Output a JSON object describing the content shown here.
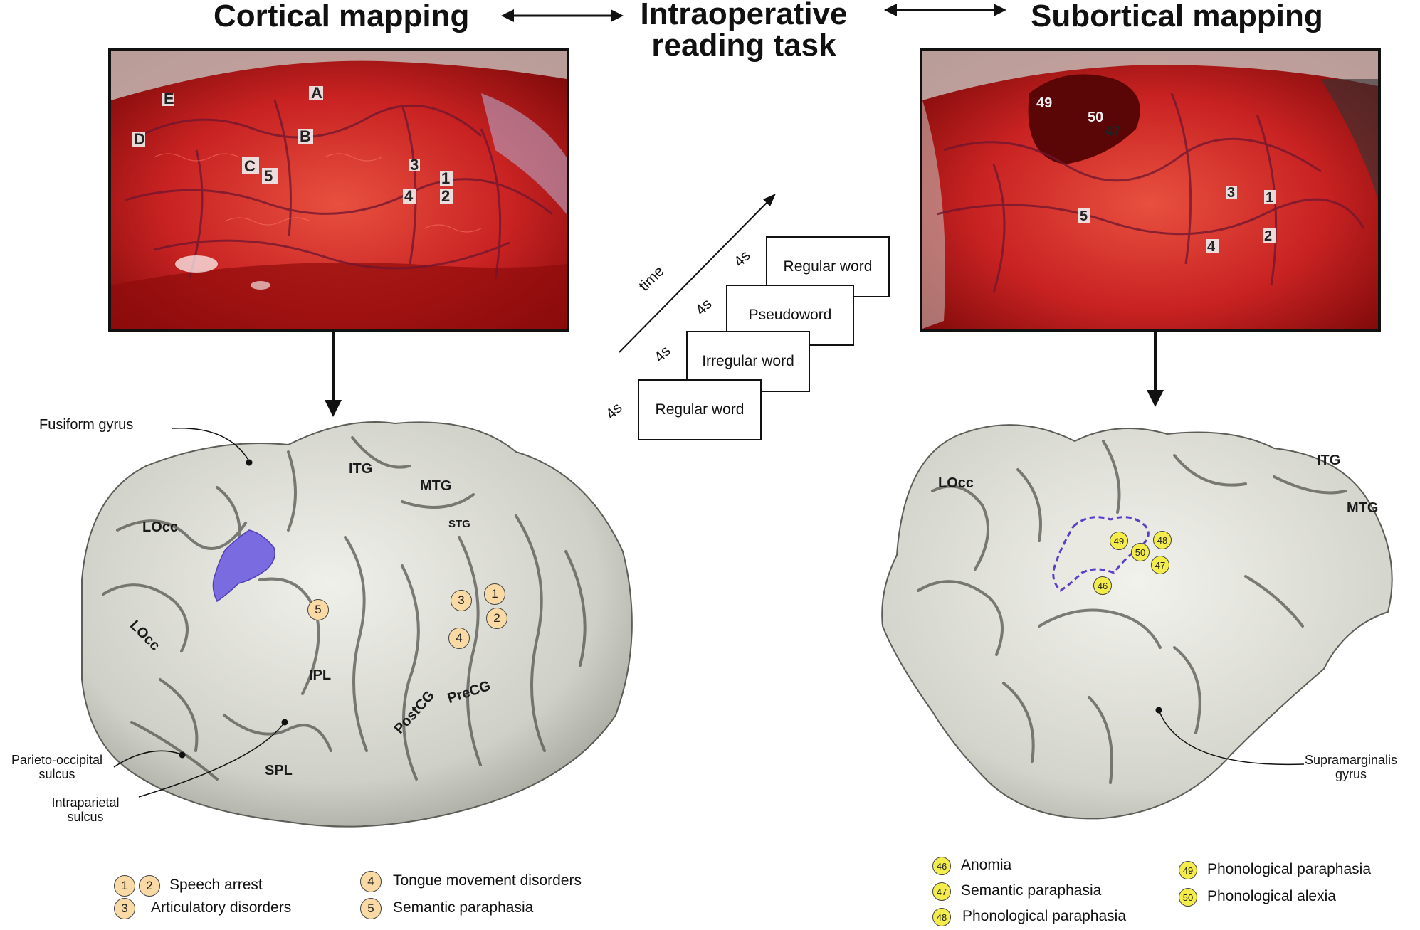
{
  "titles": {
    "cortical": "Cortical mapping",
    "intraop_line1": "Intraoperative",
    "intraop_line2": "reading task",
    "subcortical": "Subortical mapping"
  },
  "photo_left_tags": [
    "A",
    "B",
    "C",
    "D",
    "E",
    "5",
    "3",
    "1",
    "4",
    "2"
  ],
  "photo_right_tags": [
    "49",
    "50",
    "47",
    "5",
    "3",
    "1",
    "4",
    "2"
  ],
  "task": {
    "time_label": "time",
    "cards": [
      {
        "duration": "4s",
        "word": "Regular word"
      },
      {
        "duration": "4s",
        "word": "Irregular word"
      },
      {
        "duration": "4s",
        "word": "Pseudoword"
      },
      {
        "duration": "4s",
        "word": "Regular word"
      }
    ]
  },
  "left_brain": {
    "regions": [
      "LOcc",
      "ITG",
      "MTG",
      "STG",
      "LOcc",
      "IPL",
      "PostCG",
      "PreCG",
      "SPL"
    ],
    "annotations": {
      "fusiform": "Fusiform gyrus",
      "parieto_1": "Parieto-occipital",
      "parieto_2": "sulcus",
      "intrap_1": "Intraparietal",
      "intrap_2": "sulcus"
    },
    "sites": [
      "5",
      "3",
      "1",
      "2",
      "4"
    ],
    "highlight_color": "#7b6be0"
  },
  "right_brain": {
    "regions": [
      "LOcc",
      "ITG",
      "MTG"
    ],
    "annotations": {
      "supra_1": "Supramarginalis",
      "supra_2": "gyrus"
    },
    "sites": [
      "49",
      "50",
      "48",
      "47",
      "46"
    ],
    "outline_color": "#5a3fc9"
  },
  "legend_left": {
    "items": [
      {
        "nums": [
          "1",
          "2"
        ],
        "text": "Speech arrest"
      },
      {
        "nums": [
          "3"
        ],
        "text": "Articulatory disorders"
      },
      {
        "nums": [
          "4"
        ],
        "text": "Tongue movement disorders"
      },
      {
        "nums": [
          "5"
        ],
        "text": "Semantic paraphasia"
      }
    ],
    "badge_color": "#f9d9a4"
  },
  "legend_right": {
    "items": [
      {
        "num": "46",
        "text": "Anomia"
      },
      {
        "num": "47",
        "text": "Semantic paraphasia"
      },
      {
        "num": "48",
        "text": "Phonological paraphasia"
      },
      {
        "num": "49",
        "text": "Phonological paraphasia"
      },
      {
        "num": "50",
        "text": "Phonological alexia"
      }
    ],
    "badge_color": "#f3ec4a"
  }
}
